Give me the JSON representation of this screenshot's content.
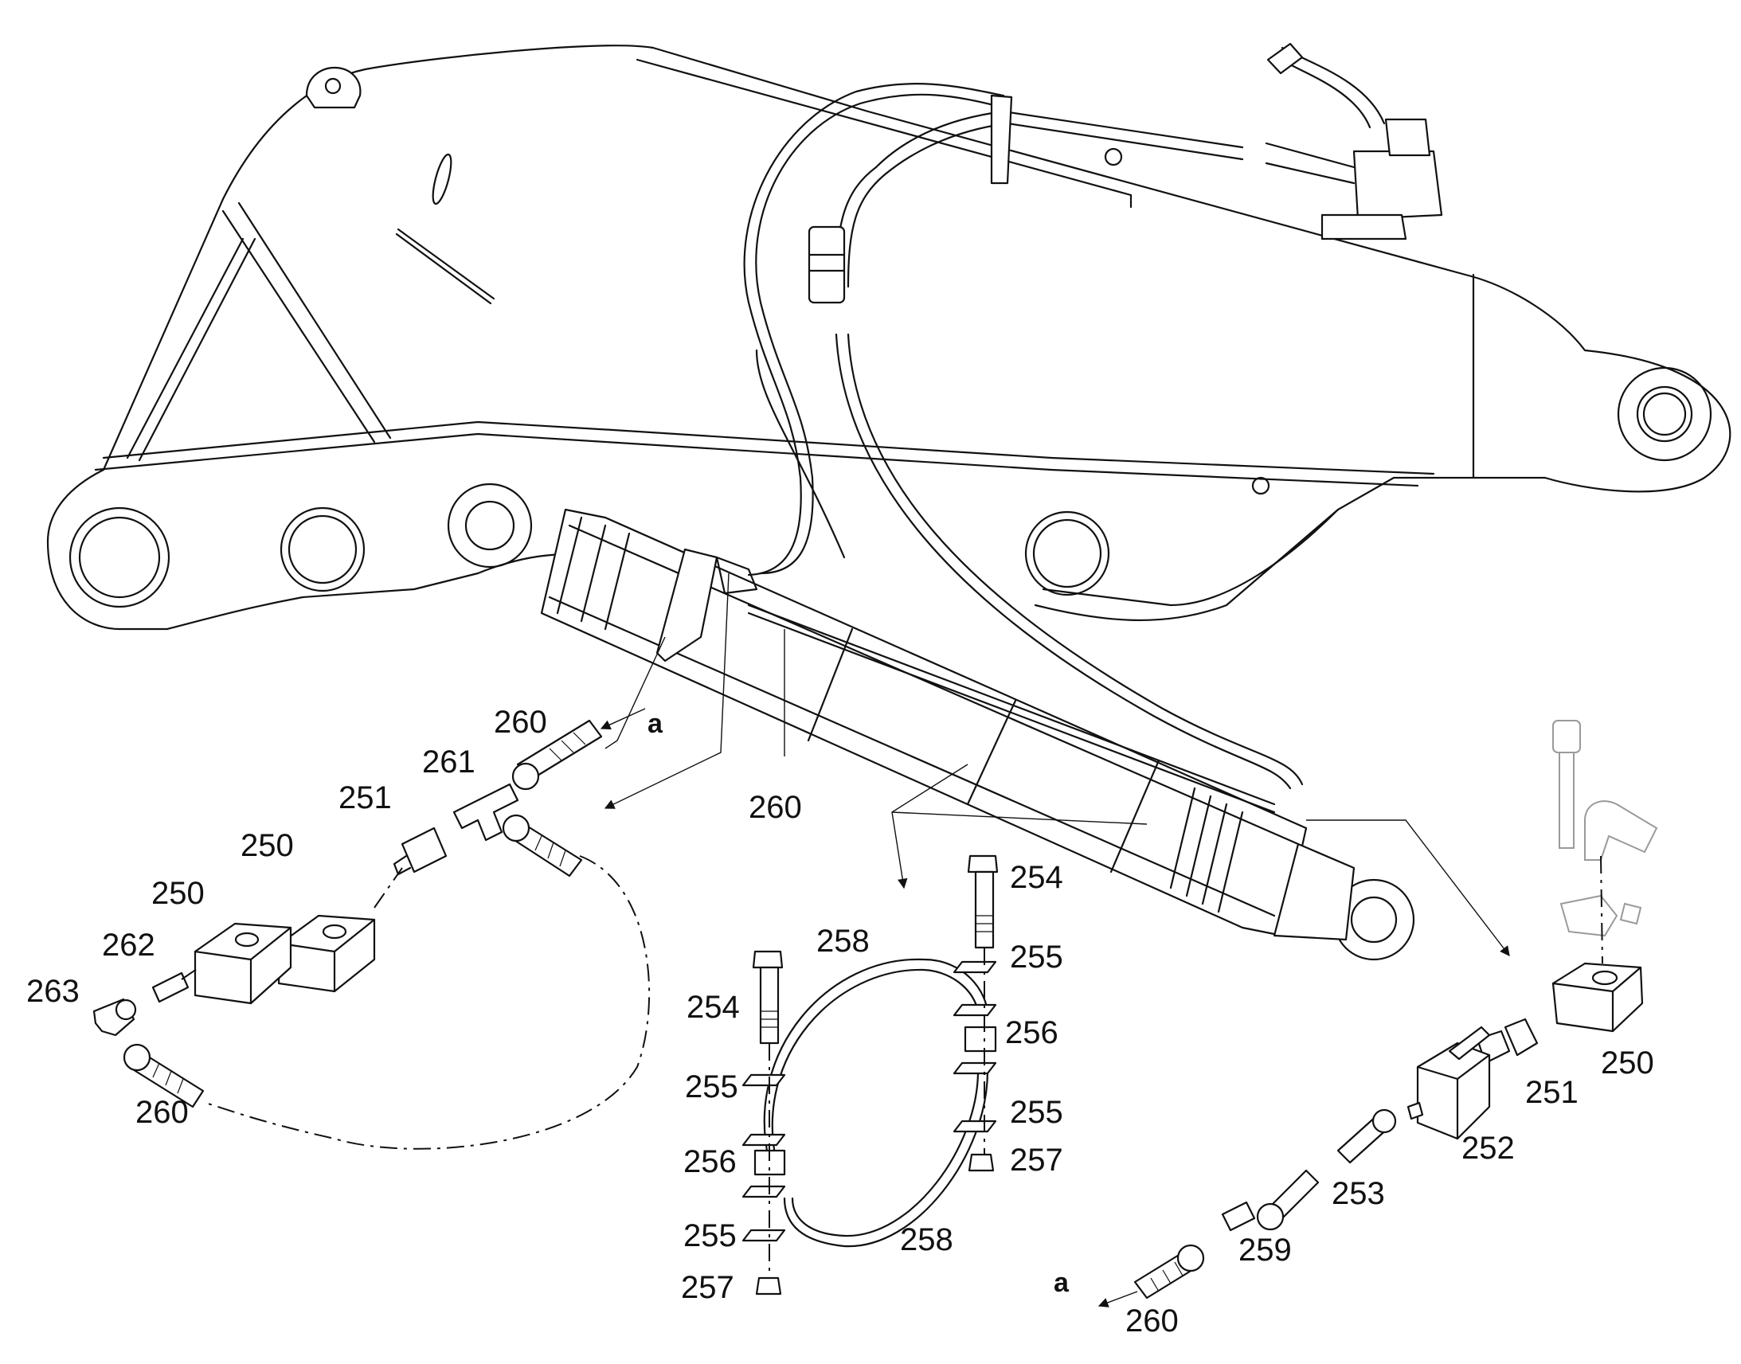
{
  "callouts": {
    "c250a": "250",
    "c250b": "250",
    "c250c": "250",
    "c251a": "251",
    "c251b": "251",
    "c252": "252",
    "c253": "253",
    "c254a": "254",
    "c254b": "254",
    "c255a": "255",
    "c255b": "255",
    "c255c": "255",
    "c255d": "255",
    "c256a": "256",
    "c256b": "256",
    "c257a": "257",
    "c257b": "257",
    "c258a": "258",
    "c258b": "258",
    "c259": "259",
    "c260a": "260",
    "c260b": "260",
    "c260c": "260",
    "c260d": "260",
    "c261": "261",
    "c262": "262",
    "c263": "263",
    "refA1": "a",
    "refA2": "a"
  }
}
